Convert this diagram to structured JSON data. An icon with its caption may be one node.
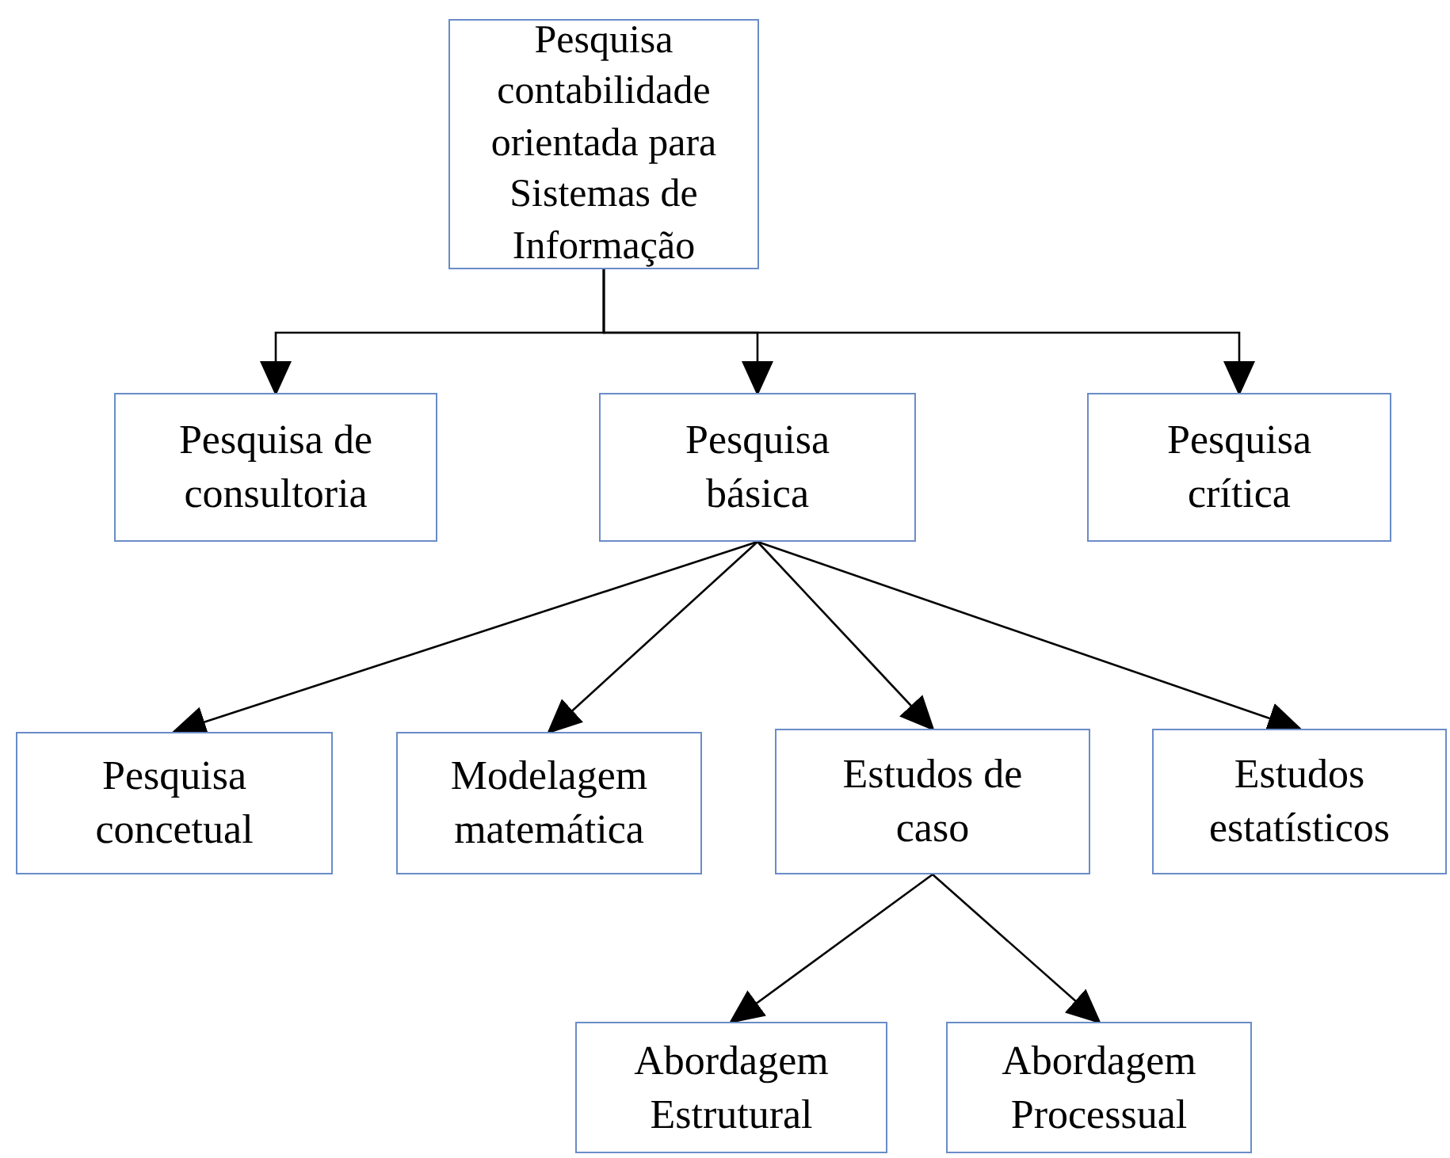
{
  "diagram": {
    "nodes": [
      {
        "text": [
          "Pesquisa contabilidade orientada para Sistemas de Informação"
        ]
      },
      {
        "text": [
          "Pesquisa de consultoria"
        ]
      },
      {
        "text": [
          "Pesquisa básica"
        ]
      },
      {
        "text": [
          "Pesquisa crítica"
        ]
      },
      {
        "text": [
          "Pesquisa concetual"
        ]
      },
      {
        "text": [
          "Modelagem matemática"
        ]
      },
      {
        "text": [
          "Estudos de caso"
        ]
      },
      {
        "text": [
          "Estudos estatísticos"
        ]
      },
      {
        "text": [
          "Abordagem Estrutural"
        ]
      },
      {
        "text": [
          "Abordagem Processual"
        ]
      }
    ],
    "edges": [
      {
        "from": 0,
        "to": 1,
        "arrow": "to"
      },
      {
        "from": 0,
        "to": 2,
        "arrow": "to"
      },
      {
        "from": 0,
        "to": 3,
        "arrow": "to"
      },
      {
        "from": 2,
        "to": 4,
        "arrow": "to"
      },
      {
        "from": 2,
        "to": 5,
        "arrow": "to"
      },
      {
        "from": 2,
        "to": 6,
        "arrow": "to"
      },
      {
        "from": 2,
        "to": 7,
        "arrow": "to"
      },
      {
        "from": 6,
        "to": 8,
        "arrow": "to"
      },
      {
        "from": 6,
        "to": 9,
        "arrow": "to"
      }
    ]
  }
}
